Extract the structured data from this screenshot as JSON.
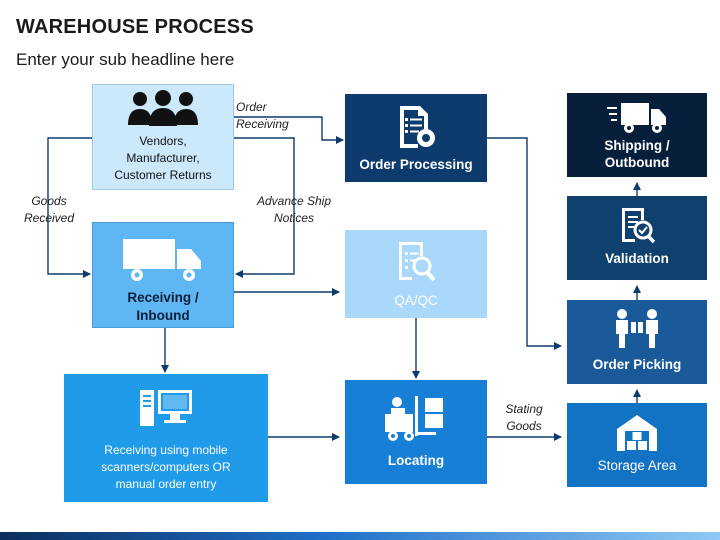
{
  "header": {
    "title": "WAREHOUSE PROCESS",
    "subtitle": "Enter your sub headline here"
  },
  "nodes": {
    "vendors": [
      "Vendors,",
      "Manufacturer,",
      "Customer Returns"
    ],
    "order_processing": "Order Processing",
    "receiving": [
      "Receiving /",
      "Inbound"
    ],
    "qaqc": "QA/QC",
    "mobile": [
      "Receiving using mobile",
      "scanners/computers OR",
      "manual order entry"
    ],
    "locating": "Locating",
    "storage": "Storage Area",
    "picking": "Order Picking",
    "validation": "Validation",
    "shipping": [
      "Shipping /",
      "Outbound"
    ]
  },
  "edge_labels": {
    "order_receiving": [
      "Order",
      "Receiving"
    ],
    "goods_received": [
      "Goods",
      "Received"
    ],
    "advance_ship": [
      "Advance Ship",
      "Notices"
    ],
    "stating_goods": [
      "Stating",
      "Goods"
    ]
  },
  "colors": {
    "arrow": "#0e3b6e",
    "dark_navy": "#0e3b6e",
    "light_blue": "#cce9fb",
    "medium_blue": "#1f9be9"
  }
}
